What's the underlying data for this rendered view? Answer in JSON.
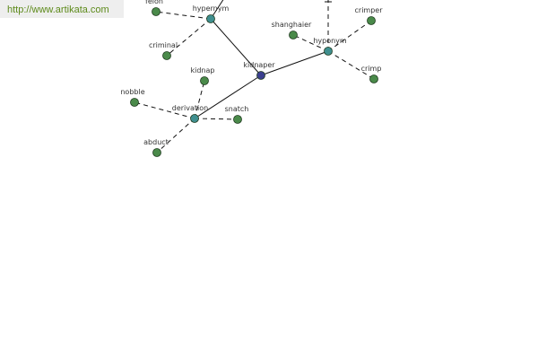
{
  "banner": {
    "url": "http://www.artikata.com"
  },
  "colors": {
    "center": "#3b3f8f",
    "relation": "#3f8f8f",
    "word": "#4a8a4a",
    "banner_text": "#5d8a1a",
    "banner_bg": "#eeeeee"
  },
  "graph": {
    "center": {
      "id": "kidnaper",
      "label": "kidnaper"
    },
    "relations": [
      {
        "id": "hypernym",
        "label": "hypernym"
      },
      {
        "id": "hyponym",
        "label": "hyponym"
      },
      {
        "id": "derivation",
        "label": "derivation"
      }
    ],
    "words": [
      {
        "id": "felon",
        "label": "felon",
        "relation": "hypernym"
      },
      {
        "id": "criminal",
        "label": "criminal",
        "relation": "hypernym"
      },
      {
        "id": "shanghaier",
        "label": "shanghaier",
        "relation": "hyponym"
      },
      {
        "id": "crimper",
        "label": "crimper",
        "relation": "hyponym"
      },
      {
        "id": "crimp",
        "label": "crimp",
        "relation": "hyponym"
      },
      {
        "id": "kidnap",
        "label": "kidnap",
        "relation": "derivation"
      },
      {
        "id": "nobble",
        "label": "nobble",
        "relation": "derivation"
      },
      {
        "id": "snatch",
        "label": "snatch",
        "relation": "derivation"
      },
      {
        "id": "abduct",
        "label": "abduct",
        "relation": "derivation"
      }
    ]
  }
}
